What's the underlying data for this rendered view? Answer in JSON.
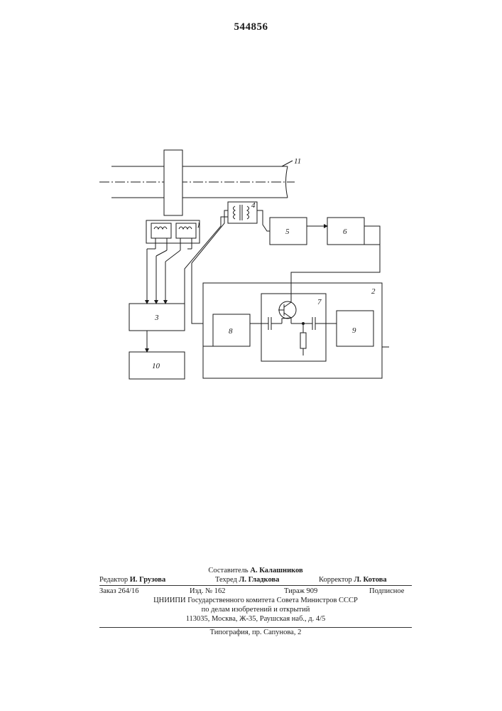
{
  "header": {
    "patent_number": "544856"
  },
  "diagram": {
    "labels": {
      "block_1": "1",
      "block_2": "2",
      "block_3": "3",
      "block_4": "4",
      "block_5": "5",
      "block_6": "6",
      "block_7": "7",
      "block_8": "8",
      "block_9": "9",
      "block_10": "10",
      "shaft_11": "11"
    }
  },
  "colophon": {
    "compiler_label": "Составитель",
    "compiler_name": "А. Калашников",
    "editor_label": "Редактор",
    "editor_name": "И. Грузова",
    "techred_label": "Техред",
    "techred_name": "Л. Гладкова",
    "corrector_label": "Корректор",
    "corrector_name": "Л. Котова",
    "order": "Заказ 264/16",
    "edition": "Изд. № 162",
    "circulation": "Тираж 909",
    "subscription": "Подписное",
    "org_line1": "ЦНИИПИ Государственного комитета Совета Министров СССР",
    "org_line2": "по делам изобретений и открытий",
    "address": "113035, Москва, Ж-35, Раушская наб., д. 4/5",
    "printer": "Типография, пр. Сапунова, 2"
  }
}
